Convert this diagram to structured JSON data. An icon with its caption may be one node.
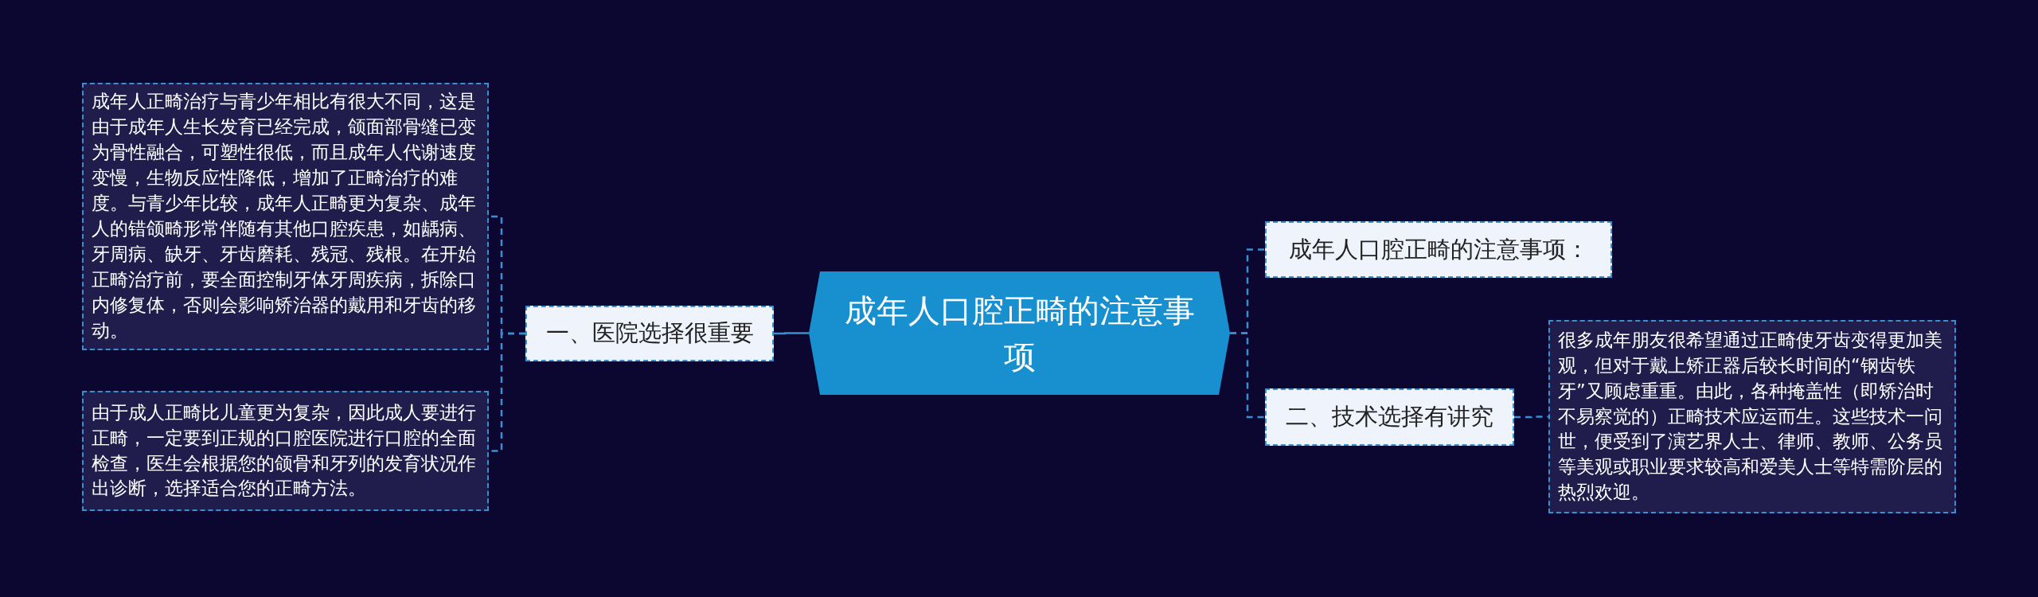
{
  "diagram": {
    "nodes": [
      {
        "text": [
          "成年人口腔正畸的注意事项"
        ]
      },
      {
        "text": [
          "一、医院选择很重要"
        ]
      },
      {
        "text": [
          "成年人正畸治疗与青少年相比有很大不同，这是由于成年人生长发育已经完成，颌面部骨缝已变为骨性融合，可塑性很低，而且成年人代谢速度变慢，生物反应性降低，增加了正畸治疗的难度。与青少年比较，成年人正畸更为复杂、成年人的错颌畸形常伴随有其他口腔疾患，如龋病、牙周病、缺牙、牙齿磨耗、残冠、残根。在开始正畸治疗前，要全面控制牙体牙周疾病，拆除口内修复体，否则会影响矫治器的戴用和牙齿的移动。"
        ]
      },
      {
        "text": [
          "由于成人正畸比儿童更为复杂，因此成人要进行正畸，一定要到正规的口腔医院进行口腔的全面检查，医生会根据您的颌骨和牙列的发育状况作出诊断，选择适合您的正畸方法。"
        ]
      },
      {
        "text": [
          "成年人口腔正畸的注意事项："
        ]
      },
      {
        "text": [
          "二、技术选择有讲究"
        ]
      },
      {
        "text": [
          "很多成年朋友很希望通过正畸使牙齿变得更加美观，但对于戴上矫正器后较长时间的“钢齿铁牙”又顾虑重重。由此，各种掩盖性（即矫治时不易察觉的）正畸技术应运而生。这些技术一问世，便受到了演艺界人士、律师、教师、公务员等美观或职业要求较高和爱美人士等特需阶层的热烈欢迎。"
        ]
      }
    ],
    "edges": [
      {
        "from": 0,
        "to": 1,
        "arrow": "none"
      },
      {
        "from": 1,
        "to": 2,
        "arrow": "none",
        "style": "dashed"
      },
      {
        "from": 1,
        "to": 3,
        "arrow": "none",
        "style": "dashed"
      },
      {
        "from": 0,
        "to": 4,
        "arrow": "none",
        "style": "dashed"
      },
      {
        "from": 0,
        "to": 5,
        "arrow": "none",
        "style": "dashed"
      },
      {
        "from": 5,
        "to": 6,
        "arrow": "none",
        "style": "dashed"
      }
    ]
  }
}
